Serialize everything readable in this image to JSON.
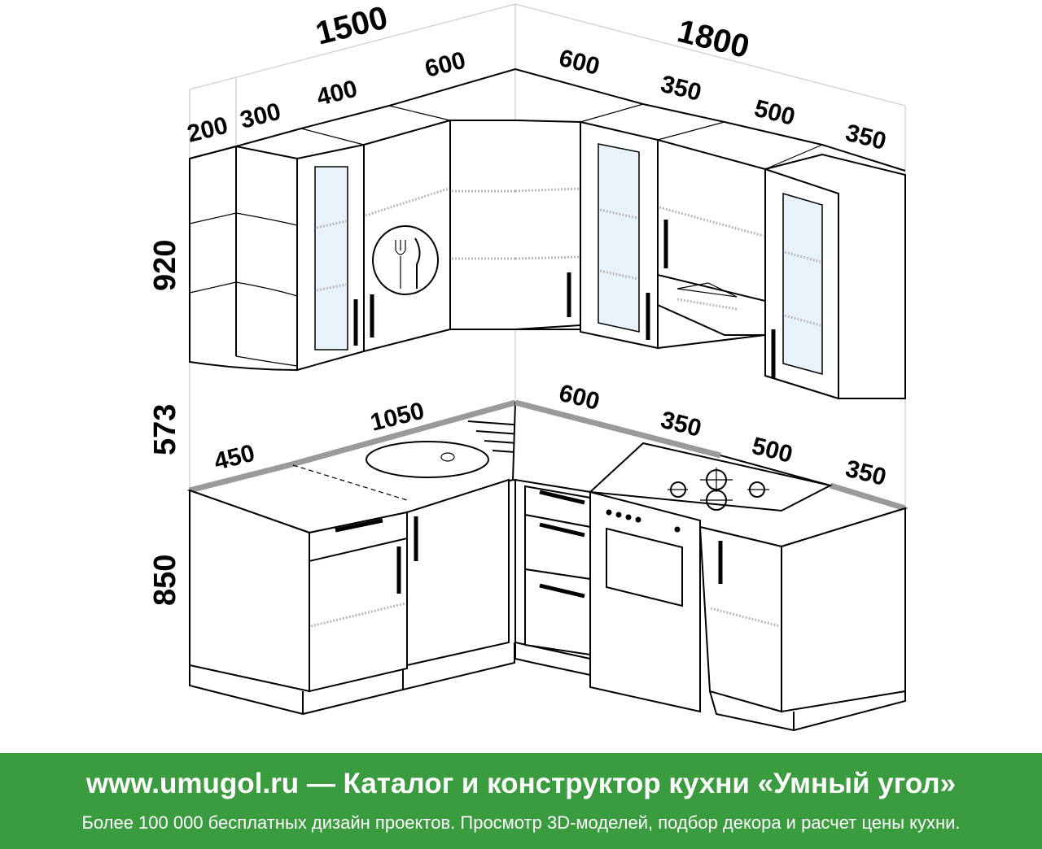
{
  "dimensions": {
    "wall_left": "1500",
    "wall_right": "1800",
    "top_left_1": "200",
    "top_left_2": "300",
    "top_left_3": "400",
    "top_left_4": "600",
    "top_right_1": "600",
    "top_right_2": "350",
    "top_right_3": "500",
    "top_right_4": "350",
    "height_upper": "920",
    "height_gap": "573",
    "height_base": "850",
    "worktop_left_1": "450",
    "worktop_left_2": "1050",
    "worktop_right_1": "600",
    "worktop_right_2": "350",
    "worktop_right_3": "500",
    "worktop_right_4": "350"
  },
  "icons": {
    "cutlery": "fork-and-knife-icon",
    "sink": "round-sink-icon",
    "hob": "gas-hob-icon",
    "oven": "oven-icon",
    "hood": "range-hood-icon"
  },
  "banner": {
    "title": "www.umugol.ru — Каталог и конструктор кухни «Умный угол»",
    "subtitle": "Более 100 000 бесплатных дизайн проектов. Просмотр 3D-моделей, подбор декора и расчет цены кухни.",
    "background": "#3a9c3e"
  }
}
